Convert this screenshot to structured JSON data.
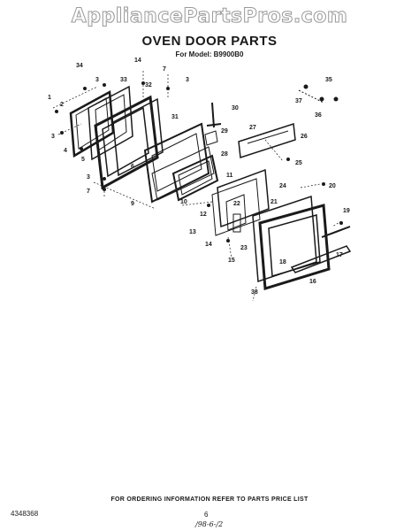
{
  "header": {
    "watermark": "AppliancePartsPros.com",
    "title": "OVEN DOOR PARTS",
    "model": "For Model: B9900B0"
  },
  "footer": {
    "note": "FOR ORDERING INFORMATION REFER TO PARTS PRICE LIST",
    "doc_number": "4348368",
    "page_number": "6",
    "handwritten_date": "/98-6-/2"
  },
  "callouts": [
    "34",
    "3",
    "33",
    "32",
    "14",
    "7",
    "3",
    "1",
    "2",
    "31",
    "30",
    "29",
    "3",
    "4",
    "5",
    "6",
    "28",
    "27",
    "26",
    "25",
    "3",
    "7",
    "9",
    "10",
    "12",
    "11",
    "24",
    "13",
    "14",
    "15",
    "23",
    "22",
    "21",
    "20",
    "19",
    "18",
    "17",
    "16",
    "38",
    "35",
    "37",
    "36"
  ]
}
